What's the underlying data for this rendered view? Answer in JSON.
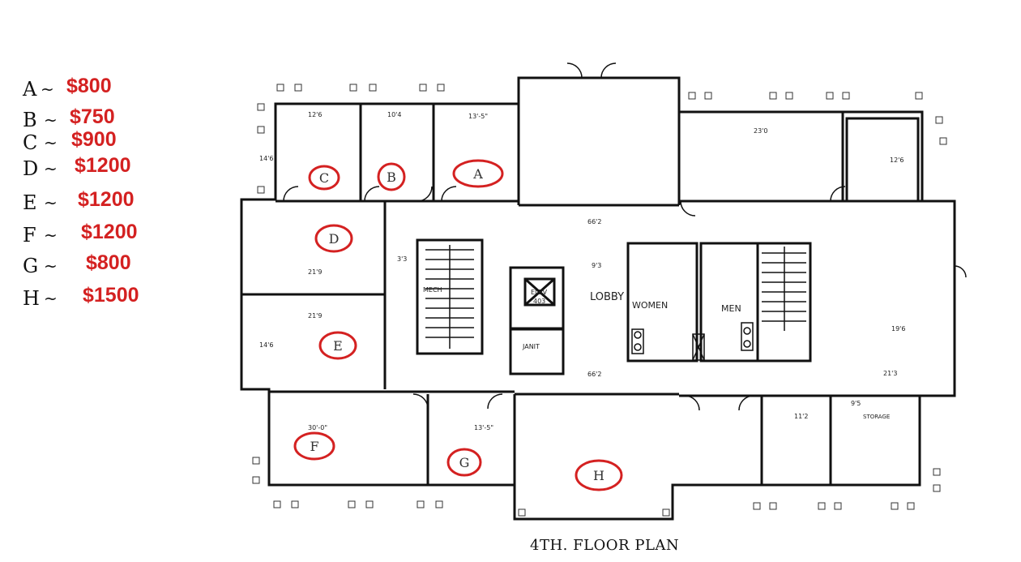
{
  "legend": [
    {
      "unit": "A",
      "price": "$800"
    },
    {
      "unit": "B",
      "price": "$750"
    },
    {
      "unit": "C",
      "price": "$900"
    },
    {
      "unit": "D",
      "price": "$1200"
    },
    {
      "unit": "E",
      "price": "$1200"
    },
    {
      "unit": "F",
      "price": "$1200"
    },
    {
      "unit": "G",
      "price": "$800"
    },
    {
      "unit": "H",
      "price": "$1500"
    }
  ],
  "plan": {
    "caption": "4TH. FLOOR PLAN",
    "rooms": {
      "lobby": "LOBBY",
      "women": "WOMEN",
      "men": "MEN",
      "elevator": "ELEV",
      "elevator_no": "403",
      "mechanical": "MECH",
      "janitor": "JANIT",
      "storage": "STORAGE"
    },
    "dimensions": [
      "12'6",
      "10'4",
      "13'-5\"",
      "23'0",
      "12'6",
      "14'6",
      "21'9",
      "21'9",
      "14'6",
      "66'2",
      "66'2",
      "9'3",
      "3'3",
      "30'-0\"",
      "13'-5\"",
      "11'2",
      "9'5",
      "21'3",
      "19'6"
    ]
  },
  "colors": {
    "accent": "#d42121",
    "ink": "#111111"
  }
}
